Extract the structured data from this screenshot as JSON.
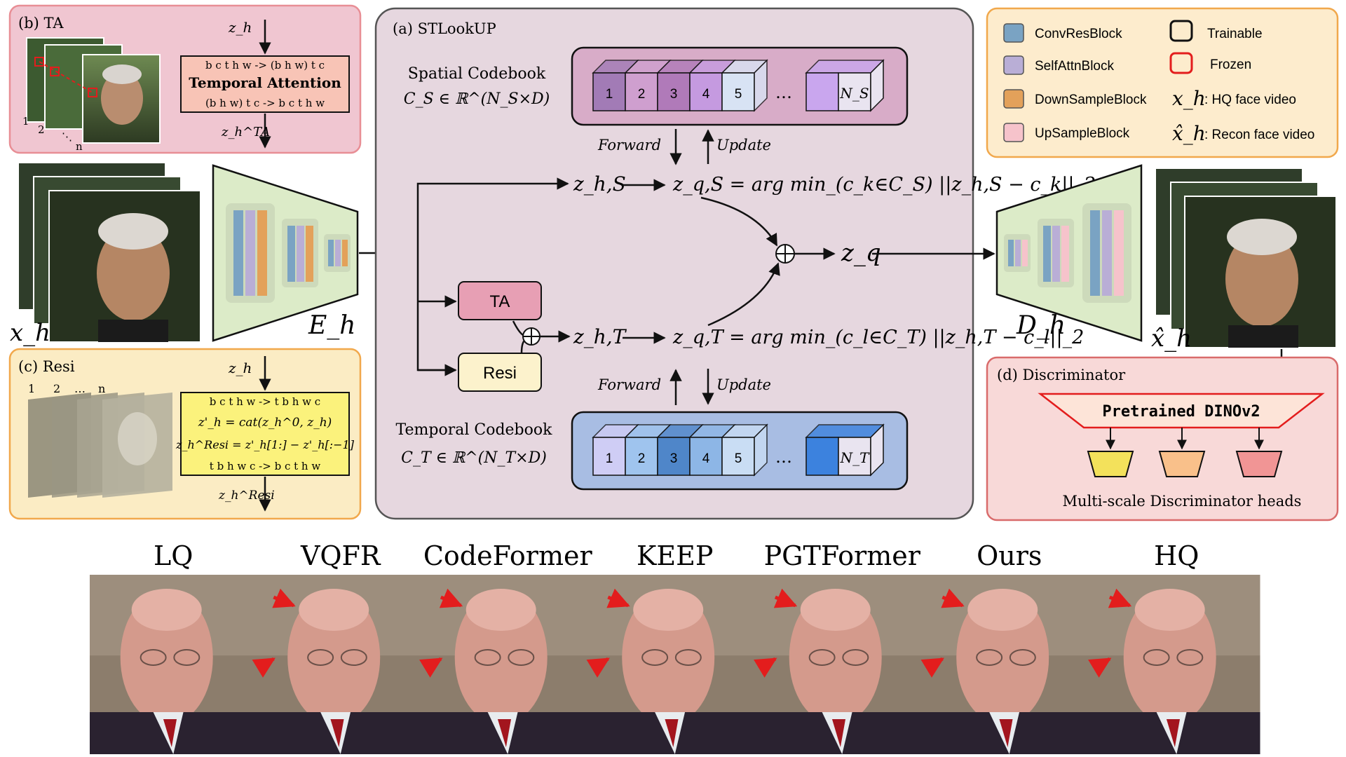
{
  "panels": {
    "ta": {
      "title": "(b) TA",
      "input": "z_h",
      "line1": "b c t h w -> (b h w) t c",
      "block": "Temporal Attention",
      "line2": "(b h w) t c -> b c t h w",
      "output": "z_h^TA",
      "frame_labels": [
        "1",
        "2",
        "n"
      ]
    },
    "stlookup": {
      "title": "(a) STLookUP"
    },
    "resi": {
      "title": "(c) Resi",
      "input": "z_h",
      "line1": "b c t h w -> t b h w c",
      "eq1": "z'_h = cat(z_h^0, z_h)",
      "eq2": "z_h^Resi = z'_h[1:] − z'_h[:−1]",
      "line2": "t b h w c -> b c t h w",
      "output": "z_h^Resi",
      "frame_labels": [
        "1",
        "2",
        "…",
        "n"
      ]
    },
    "discriminator": {
      "title": "(d) Discriminator",
      "backbone": "Pretrained DINOv2",
      "caption": "Multi-scale Discriminator heads"
    }
  },
  "legend": {
    "items": [
      {
        "label": "ConvResBlock",
        "color": "#7aa3c3"
      },
      {
        "label": "SelfAttnBlock",
        "color": "#b9aed6"
      },
      {
        "label": "DownSampleBlock",
        "color": "#e3a15a"
      },
      {
        "label": "UpSampleBlock",
        "color": "#f6c3cb"
      }
    ],
    "trainable": "Trainable",
    "frozen": "Frozen",
    "hq_symbol": "x_h",
    "hq_label": ": HQ face video",
    "recon_symbol": "x̂_h",
    "recon_label": ": Recon face video"
  },
  "spatial": {
    "title": "Spatial Codebook",
    "symbol": "C_S ∈ ℝ^(N_S×D)",
    "cells": [
      "1",
      "2",
      "3",
      "4",
      "5"
    ],
    "last": "N_S",
    "forward": "Forward",
    "update": "Update",
    "z": "z_h,S",
    "eq": "z_q,S = arg min_(c_k∈C_S) ||z_h,S − c_k||_2"
  },
  "temporal": {
    "title": "Temporal Codebook",
    "symbol": "C_T ∈ ℝ^(N_T×D)",
    "cells": [
      "1",
      "2",
      "3",
      "4",
      "5"
    ],
    "last": "N_T",
    "forward": "Forward",
    "update": "Update",
    "z": "z_h,T",
    "eq": "z_q,T = arg min_(c_l∈C_T) ||z_h,T − c_l||_2"
  },
  "flow": {
    "ta_box": "TA",
    "resi_box": "Resi",
    "z_h": "z_h",
    "z_q": "z_q",
    "encoder": "E_h",
    "decoder": "D_h",
    "input_label": "x_h",
    "output_label": "x̂_h"
  },
  "comparison": {
    "methods": [
      "LQ",
      "VQFR",
      "CodeFormer",
      "KEEP",
      "PGTFormer",
      "Ours",
      "HQ"
    ]
  },
  "colors": {
    "ta_bg": "#f0c6d1",
    "ta_border": "#e88e95",
    "resi_bg": "#fbecc4",
    "resi_border": "#f1a84c",
    "stl_bg": "#e6d7df",
    "disc_bg": "#f8d9d8",
    "disc_border": "#d96b6b",
    "legend_bg": "#fdeccd",
    "legend_border": "#f1a84c",
    "encoder": "#dcebc8"
  }
}
